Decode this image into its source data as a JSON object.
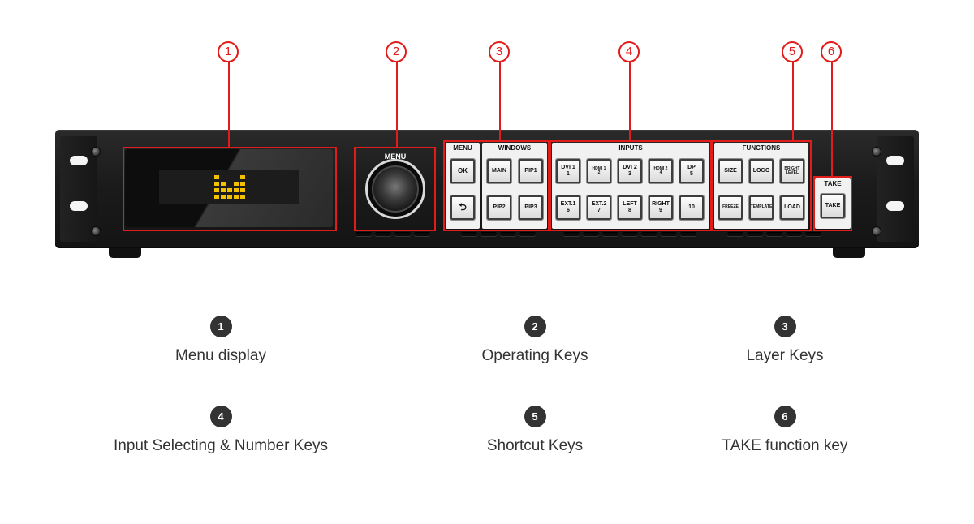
{
  "callouts": [
    "1",
    "2",
    "3",
    "4",
    "5",
    "6"
  ],
  "device": {
    "menu_knob_label": "MENU",
    "menu_group": {
      "title": "MENU",
      "keys": [
        "OK",
        "⮌"
      ]
    },
    "windows_group": {
      "title": "WINDOWS",
      "keys": [
        "MAIN",
        "PIP1",
        "PIP2",
        "PIP3"
      ]
    },
    "inputs_group": {
      "title": "INPUTS",
      "keys": [
        "DVI 1\n1",
        "HDMI 1\n2",
        "DVI 2\n3",
        "HDMI 2\n4",
        "DP\n5",
        "EXT.1\n6",
        "EXT.2\n7",
        "LEFT\n8",
        "RIGHT\n9",
        "10"
      ]
    },
    "functions_group": {
      "title": "FUNCTIONS",
      "keys": [
        "SIZE",
        "LOGO",
        "BRIGHT\nLEVEL",
        "FREEZE",
        "TEMPLATE",
        "LOAD"
      ]
    },
    "take_group": {
      "title": "TAKE",
      "keys": [
        "TAKE"
      ]
    },
    "lcd_logo_color": "#f2c200"
  },
  "legend": [
    {
      "num": "1",
      "label": "Menu display"
    },
    {
      "num": "2",
      "label": "Operating Keys"
    },
    {
      "num": "3",
      "label": "Layer Keys"
    },
    {
      "num": "4",
      "label": "Input Selecting & Number Keys"
    },
    {
      "num": "5",
      "label": "Shortcut Keys"
    },
    {
      "num": "6",
      "label": "TAKE function key"
    }
  ],
  "colors": {
    "callout_red": "#e21b1b",
    "badge_dark": "#333333",
    "chassis": "#1b1b1b"
  }
}
